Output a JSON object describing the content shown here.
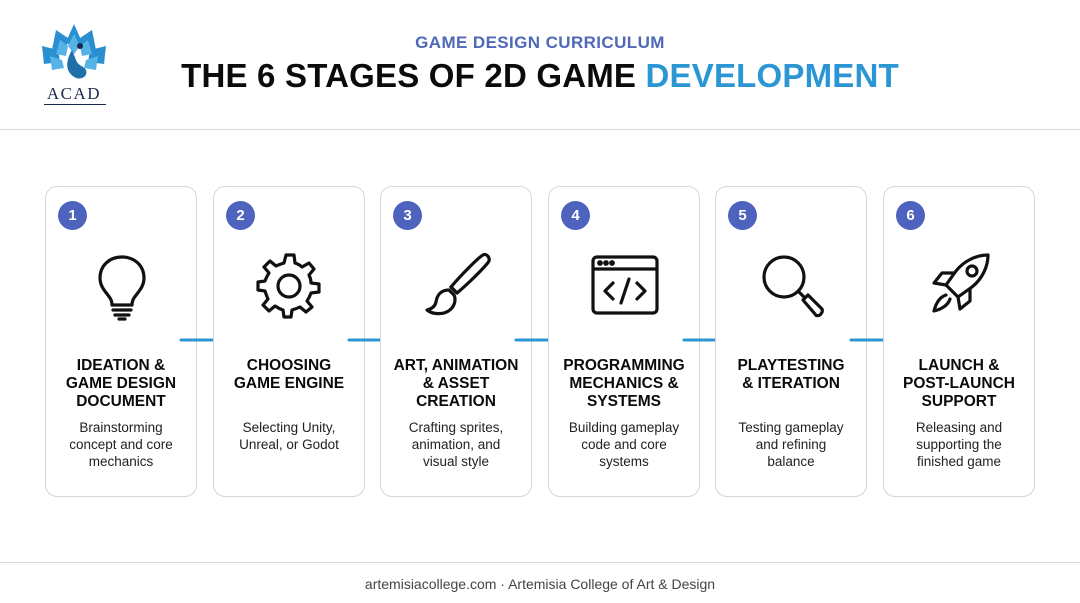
{
  "logo": {
    "text": "ACAD"
  },
  "header": {
    "kicker": "GAME DESIGN CURRICULUM",
    "title_main": "THE 6 STAGES OF 2D GAME ",
    "title_accent": "DEVELOPMENT"
  },
  "colors": {
    "accent_blue": "#2b96d3",
    "badge_blue": "#4d63bd",
    "kicker_blue": "#4f68b8"
  },
  "stages": [
    {
      "number": "1",
      "icon": "lightbulb-icon",
      "title_lines": [
        "IDEATION &",
        "GAME DESIGN",
        "DOCUMENT"
      ],
      "desc_lines": [
        "Brainstorming",
        "concept and core",
        "mechanics"
      ]
    },
    {
      "number": "2",
      "icon": "gear-icon",
      "title_lines": [
        "CHOOSING",
        "GAME ENGINE"
      ],
      "desc_lines": [
        "Selecting Unity,",
        "Unreal, or Godot"
      ]
    },
    {
      "number": "3",
      "icon": "paintbrush-icon",
      "title_lines": [
        "ART, ANIMATION",
        "& ASSET",
        "CREATION"
      ],
      "desc_lines": [
        "Crafting sprites,",
        "animation, and",
        "visual style"
      ]
    },
    {
      "number": "4",
      "icon": "code-window-icon",
      "title_lines": [
        "PROGRAMMING",
        "MECHANICS &",
        "SYSTEMS"
      ],
      "desc_lines": [
        "Building gameplay",
        "code and core",
        "systems"
      ]
    },
    {
      "number": "5",
      "icon": "magnifier-icon",
      "title_lines": [
        "PLAYTESTING",
        "& ITERATION"
      ],
      "desc_lines": [
        "Testing gameplay",
        "and refining",
        "balance"
      ]
    },
    {
      "number": "6",
      "icon": "rocket-icon",
      "title_lines": [
        "LAUNCH &",
        "POST-LAUNCH",
        "SUPPORT"
      ],
      "desc_lines": [
        "Releasing and",
        "supporting the",
        "finished game"
      ]
    }
  ],
  "footer": {
    "text": "artemisiacollege.com · Artemisia College of Art & Design"
  }
}
